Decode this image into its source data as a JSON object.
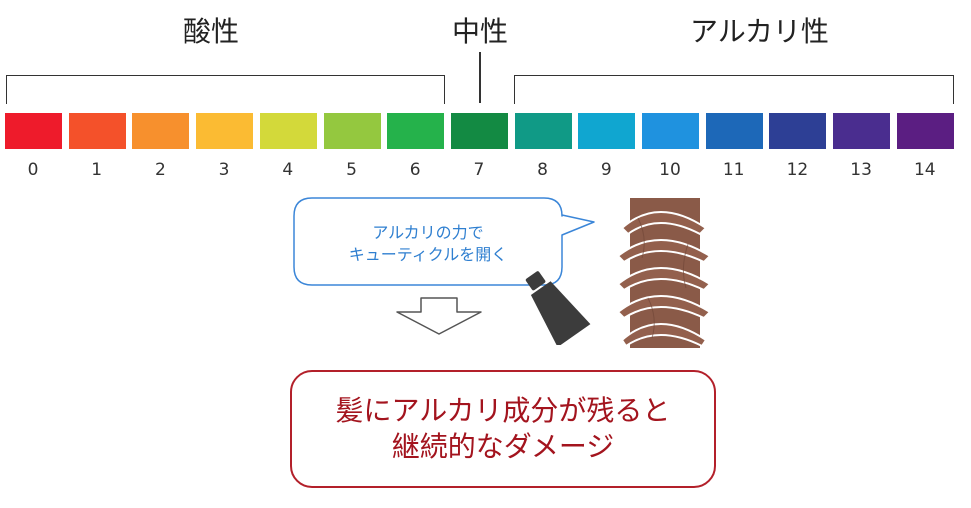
{
  "headings": {
    "acidic": "酸性",
    "neutral": "中性",
    "alkaline": "アルカリ性"
  },
  "scale": [
    {
      "label": "0",
      "color": "#ee1b2b"
    },
    {
      "label": "1",
      "color": "#f4512a"
    },
    {
      "label": "2",
      "color": "#f7902d"
    },
    {
      "label": "3",
      "color": "#fbbb33"
    },
    {
      "label": "4",
      "color": "#d3d93a"
    },
    {
      "label": "5",
      "color": "#94c83f"
    },
    {
      "label": "6",
      "color": "#25b24b"
    },
    {
      "label": "7",
      "color": "#138a43"
    },
    {
      "label": "8",
      "color": "#109a86"
    },
    {
      "label": "9",
      "color": "#10a6d0"
    },
    {
      "label": "10",
      "color": "#1f92df"
    },
    {
      "label": "11",
      "color": "#1d68b8"
    },
    {
      "label": "12",
      "color": "#2d3f95"
    },
    {
      "label": "13",
      "color": "#4a2d8f"
    },
    {
      "label": "14",
      "color": "#5b1e82"
    }
  ],
  "callout": {
    "text": "アルカリの力で\nキューティクルを開く"
  },
  "result": {
    "text": "髪にアルカリ成分が残ると\n継続的なダメージ"
  }
}
